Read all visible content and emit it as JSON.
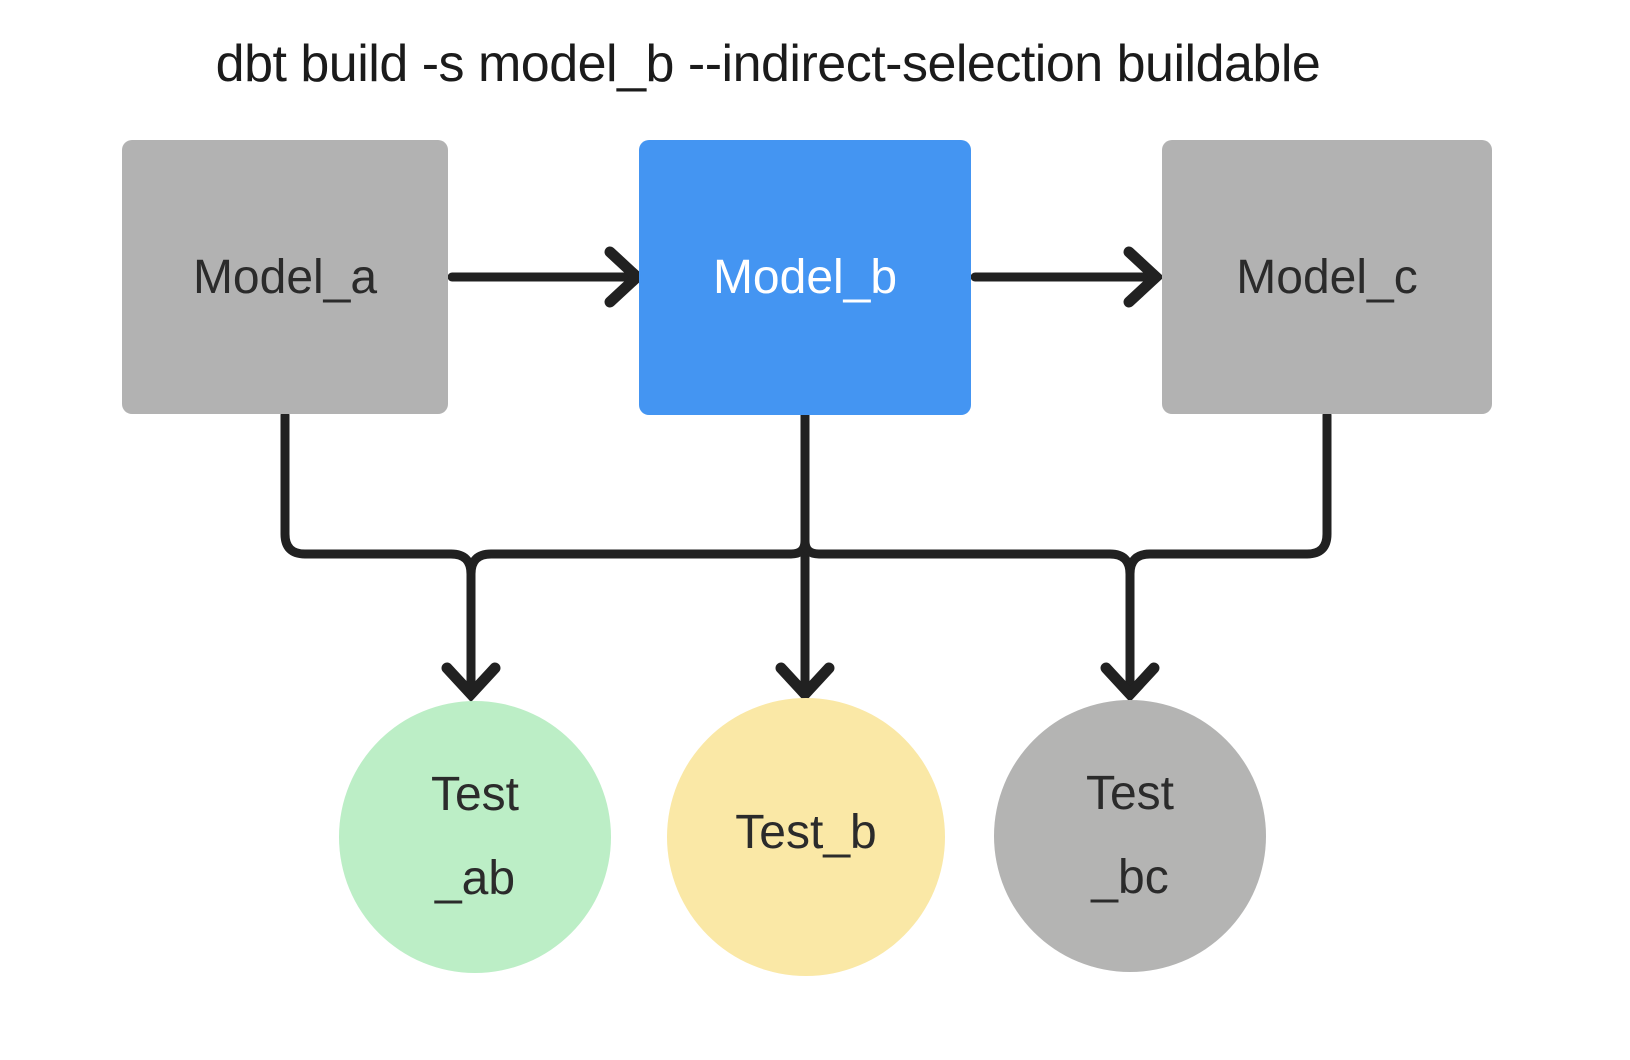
{
  "title": "dbt build -s model_b --indirect-selection buildable",
  "colors": {
    "canvas": "#ffffff",
    "node-gray": "#b2b2b2",
    "node-blue": "#4495f2",
    "node-green": "#bceec6",
    "node-yellow": "#fae8a6",
    "node-gray-circle": "#b4b4b3",
    "edge": "#212121",
    "text-dark": "#2b2b2b",
    "text-light": "#ffffff",
    "title": "#1b1b1b"
  },
  "nodes": {
    "model_a": {
      "label": "Model_a",
      "type": "model",
      "state": "unselected"
    },
    "model_b": {
      "label": "Model_b",
      "type": "model",
      "state": "selected"
    },
    "model_c": {
      "label": "Model_c",
      "type": "model",
      "state": "unselected"
    },
    "test_ab": {
      "line1": "Test",
      "line2": "_ab",
      "type": "test"
    },
    "test_b": {
      "label": "Test_b",
      "type": "test"
    },
    "test_bc": {
      "line1": "Test",
      "line2": "_bc",
      "type": "test"
    }
  },
  "edges": [
    {
      "from": "model_a",
      "to": "model_b"
    },
    {
      "from": "model_b",
      "to": "model_c"
    },
    {
      "from": "model_a",
      "to": "test_ab"
    },
    {
      "from": "model_b",
      "to": "test_ab"
    },
    {
      "from": "model_b",
      "to": "test_b"
    },
    {
      "from": "model_b",
      "to": "test_bc"
    },
    {
      "from": "model_c",
      "to": "test_bc"
    }
  ]
}
